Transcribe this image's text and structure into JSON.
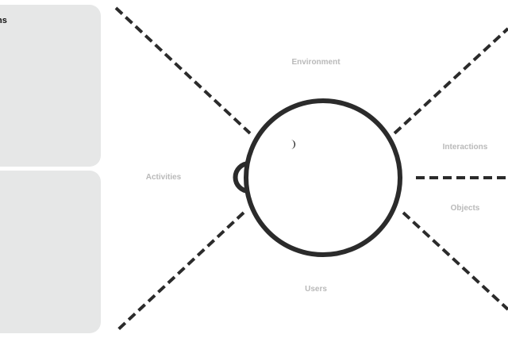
{
  "panels": {
    "top_title_fragment": "ns",
    "bottom_title_fragment": "l"
  },
  "map": {
    "labels": {
      "environment": "Environment",
      "interactions": "Interactions",
      "activities": "Activities",
      "objects": "Objects",
      "users": "Users"
    }
  },
  "colors": {
    "panel_bg": "#e6e7e7",
    "stroke": "#2b2b2b",
    "label": "#b9b9b9"
  }
}
